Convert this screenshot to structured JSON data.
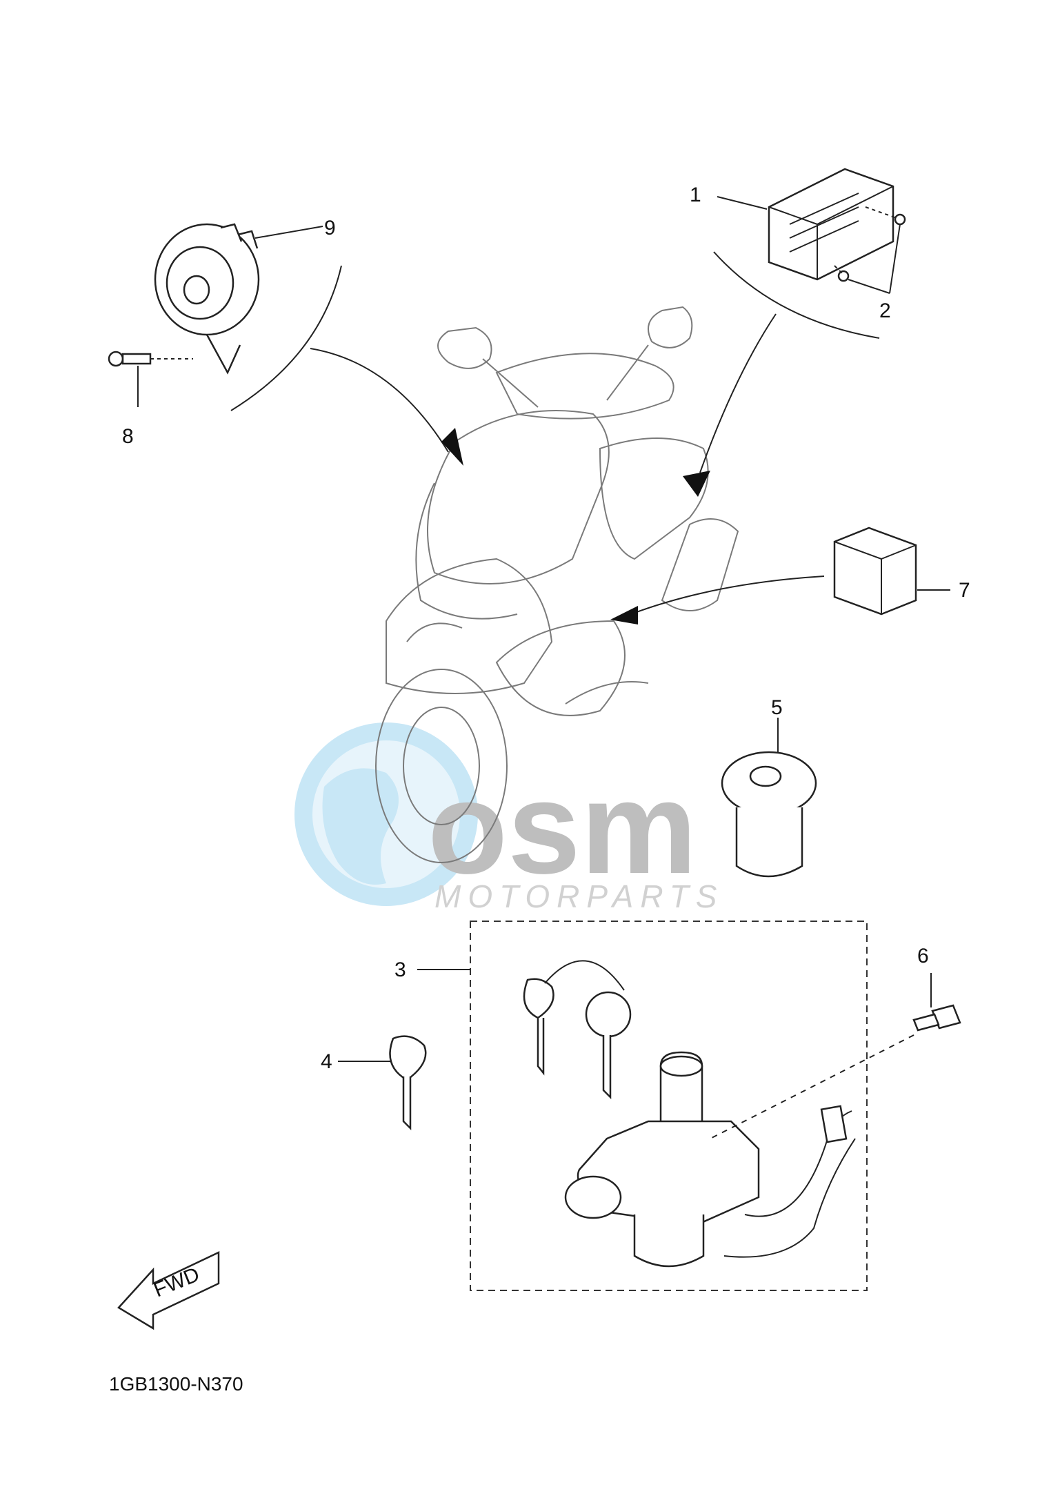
{
  "callouts": [
    "1",
    "2",
    "3",
    "4",
    "5",
    "6",
    "7",
    "8",
    "9"
  ],
  "diagram_code": "1GB1300-N370",
  "fwd_label": "FWD",
  "watermark": {
    "brand": "osm",
    "tagline": "MOTORPARTS"
  },
  "colors": {
    "line": "#222222",
    "scooter": "#7a7a7a",
    "watermark_globe": "#bfe3f5",
    "watermark_text": "#b3b3b3"
  }
}
